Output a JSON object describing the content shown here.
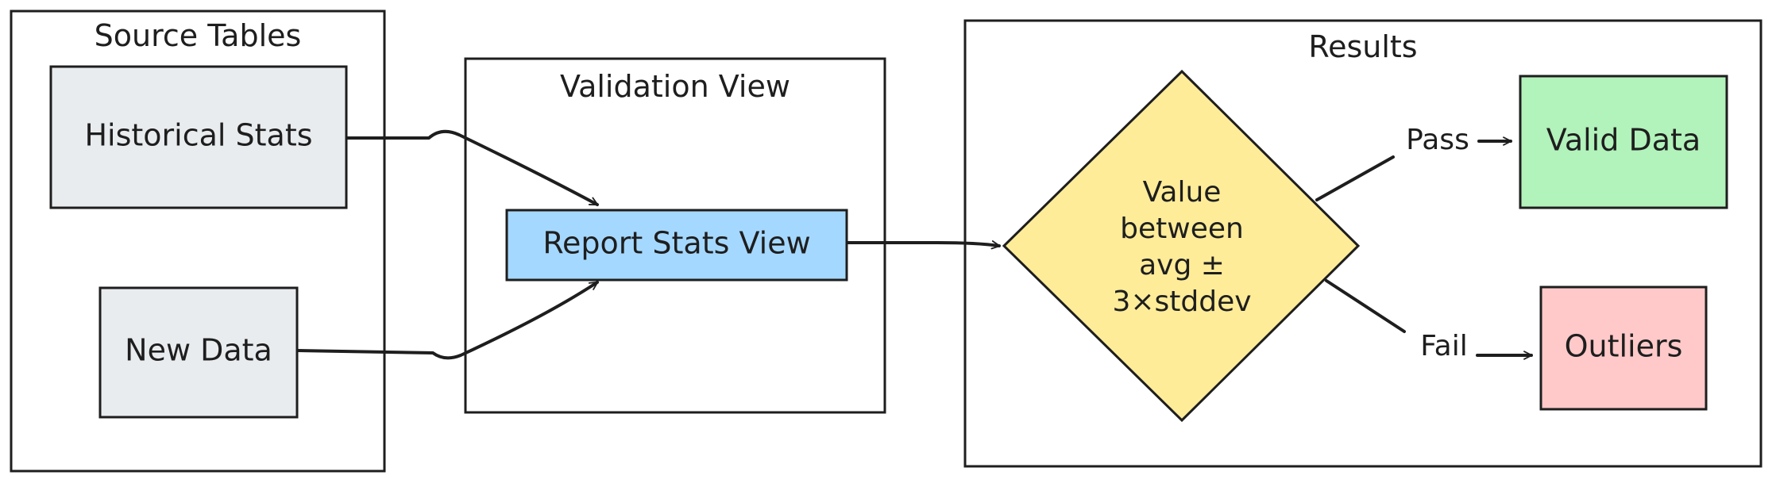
{
  "groups": {
    "source_tables": "Source Tables",
    "validation_view": "Validation View",
    "results": "Results"
  },
  "nodes": {
    "historical_stats": "Historical Stats",
    "new_data": "New Data",
    "report_stats_view": "Report Stats View",
    "decision": [
      "Value",
      "between",
      "avg ±",
      "3×stddev"
    ],
    "valid_data": "Valid Data",
    "outliers": "Outliers"
  },
  "edges": {
    "pass": "Pass",
    "fail": "Fail"
  },
  "colors": {
    "source_node": "#e9ecef",
    "report_view": "#a5d8ff",
    "decision": "#ffec99",
    "valid_data": "#b2f2bb",
    "outliers": "#ffc9c9",
    "stroke": "#1e1e1e"
  }
}
